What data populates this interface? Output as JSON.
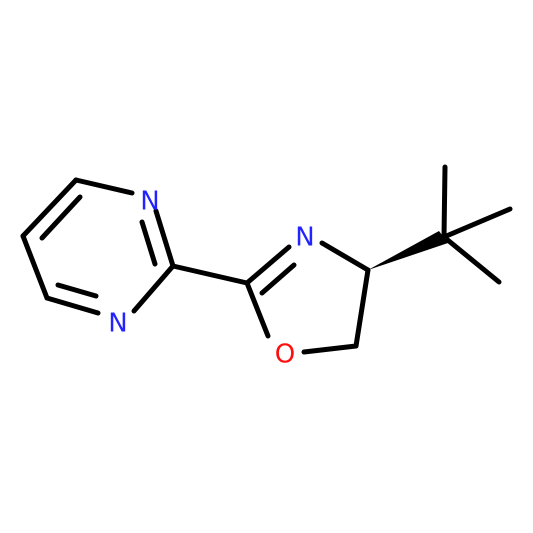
{
  "molecule": {
    "atoms": {
      "pyrimidine_n1": {
        "symbol": "N",
        "color": "#2323ff"
      },
      "pyrimidine_n3": {
        "symbol": "N",
        "color": "#2323ff"
      },
      "oxazoline_n": {
        "symbol": "N",
        "color": "#2323ff"
      },
      "oxazoline_o": {
        "symbol": "O",
        "color": "#ff0d0d"
      }
    },
    "bond_color": "#000000"
  }
}
